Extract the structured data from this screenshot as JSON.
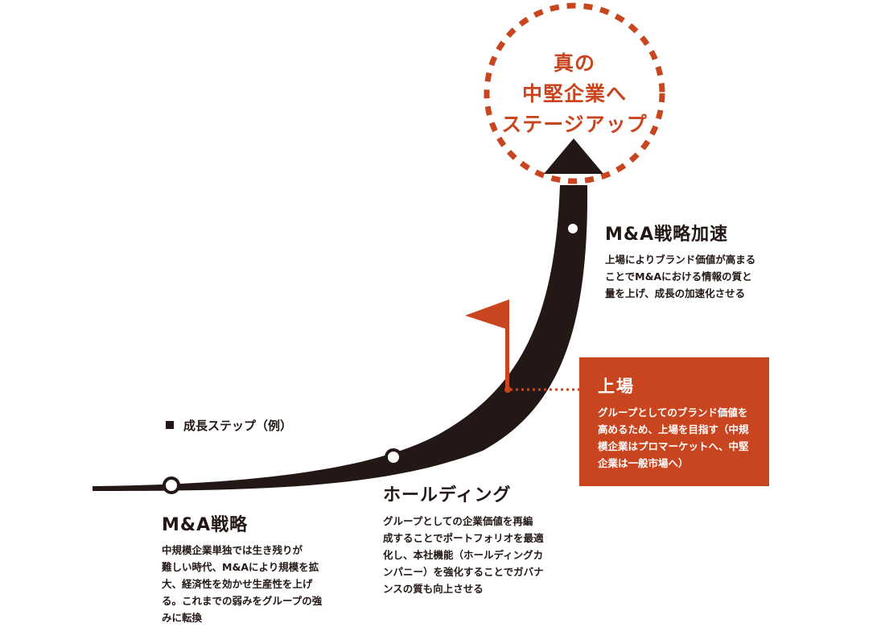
{
  "colors": {
    "accent": "#c9451f",
    "ink": "#231815",
    "white": "#ffffff"
  },
  "goal": {
    "lines": [
      "真の",
      "中堅企業へ",
      "ステージアップ"
    ]
  },
  "legend": {
    "label": "成長ステップ（例）"
  },
  "steps": {
    "ma_strategy": {
      "title": "M&A戦略",
      "desc": [
        "中規模企業単独では生き残りが",
        "難しい時代、M&Aにより規模を拡",
        "大、経済性を効かせ生産性を上げ",
        "る。これまでの弱みをグループの強",
        "みに転換"
      ]
    },
    "holding": {
      "title": "ホールディング",
      "desc": [
        "グループとしての企業価値を再編",
        "成することでポートフォリオを最適",
        "化し、本社機能（ホールディングカ",
        "ンパニー）を強化することでガバナ",
        "ンスの質も向上させる"
      ]
    },
    "ma_accel": {
      "title": "M&A戦略加速",
      "desc": [
        "上場によりブランド価値が高まる",
        "ことでM&Aにおける情報の質と",
        "量を上げ、成長の加速化させる"
      ]
    },
    "listing": {
      "title": "上場",
      "desc": [
        "グループとしてのブランド価値を",
        "高めるため、上場を目指す（中規",
        "模企業はプロマーケットへ、中堅",
        "企業は一般市場へ）"
      ]
    }
  },
  "icons": {
    "flag": "flag-icon",
    "arrow": "arrow-head-icon",
    "legend": "square-bullet-icon"
  }
}
